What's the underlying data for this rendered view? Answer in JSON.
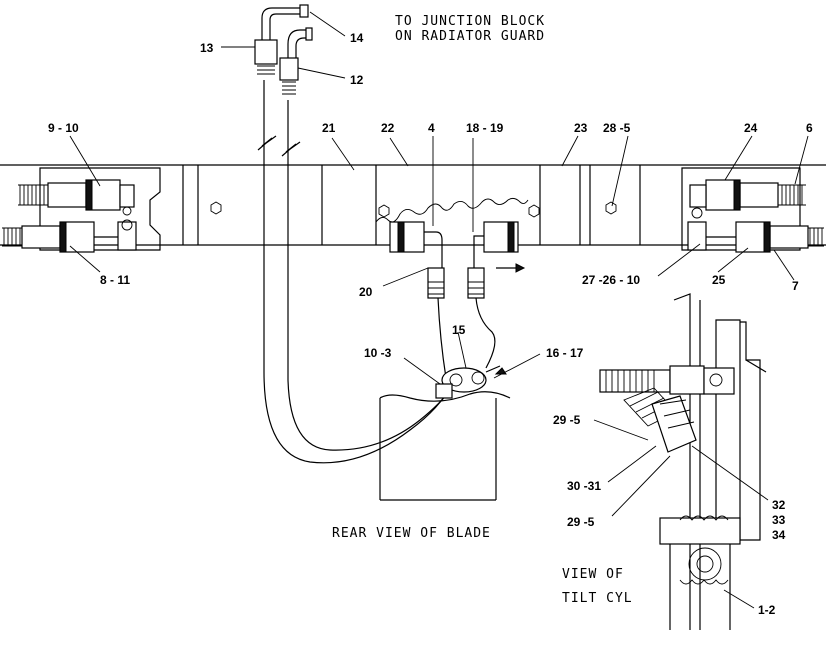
{
  "captions": {
    "junction_line1": "TO JUNCTION BLOCK",
    "junction_line2": "ON RADIATOR GUARD",
    "rear_view": "REAR VIEW OF BLADE",
    "view_line1": "VIEW OF",
    "view_line2": "TILT CYL"
  },
  "callouts": {
    "c13": "13",
    "c14": "14",
    "c12": "12",
    "c9_10": "9 - 10",
    "c21": "21",
    "c22": "22",
    "c4": "4",
    "c18_19": "18 - 19",
    "c23": "23",
    "c28_5": "28  -5",
    "c24": "24",
    "c6": "6",
    "c8_11": "8 - 11",
    "c20": "20",
    "c27_26_10": "27 -26 - 10",
    "c25": "25",
    "c7": "7",
    "c15": "15",
    "c10_3": "10 -3",
    "c16_17": "16 - 17",
    "c29_5a": "29  -5",
    "c30_31": "30 -31",
    "c29_5b": "29  -5",
    "c32": "32",
    "c33": "33",
    "c34": "34",
    "c1_2": "1-2"
  }
}
